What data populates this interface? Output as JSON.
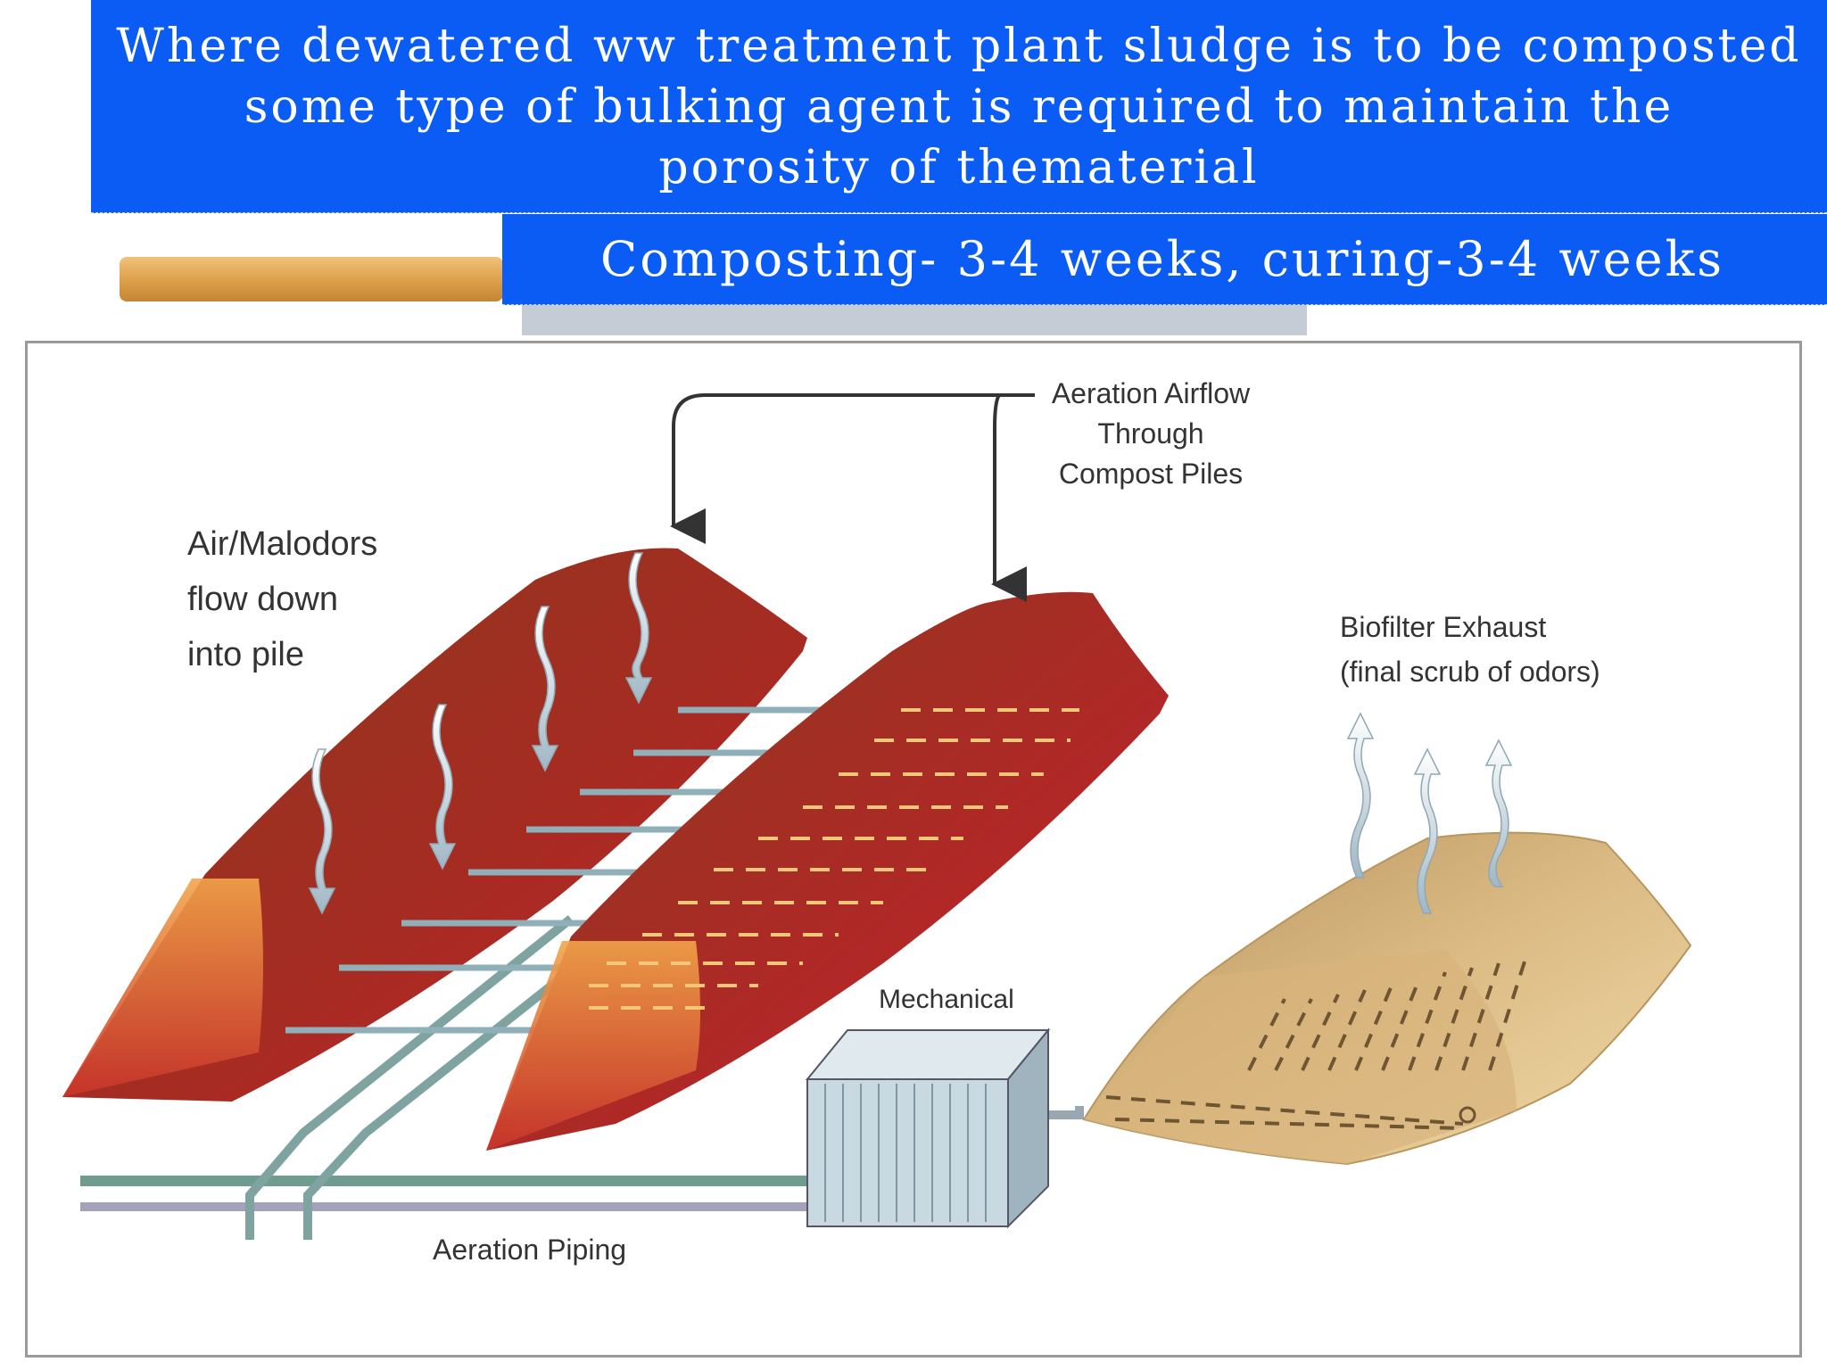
{
  "header": {
    "line1": "Where dewatered ww treatment plant sludge is to  be composted",
    "line2": "some type of bulking agent is  required to maintain the",
    "line3": "porosity of thematerial"
  },
  "subheader": "Composting- 3-4  weeks, curing-3-4 weeks",
  "diagram": {
    "labels": {
      "air_malodors": [
        "Air/Malodors",
        "flow down",
        "into pile"
      ],
      "aeration_airflow": [
        "Aeration Airflow",
        "Through",
        "Compost Piles"
      ],
      "biofilter_exhaust": [
        "Biofilter Exhaust",
        "(final scrub of odors)"
      ],
      "mechanical": "Mechanical",
      "aeration_piping": "Aeration Piping"
    },
    "colors": {
      "title_blue": "#0a5cf5",
      "pile_dark": "#8c3a1e",
      "pile_red": "#c0242b",
      "biofilter_tan": "#d9b47c",
      "pipe_green": "#6f9c8f"
    }
  }
}
